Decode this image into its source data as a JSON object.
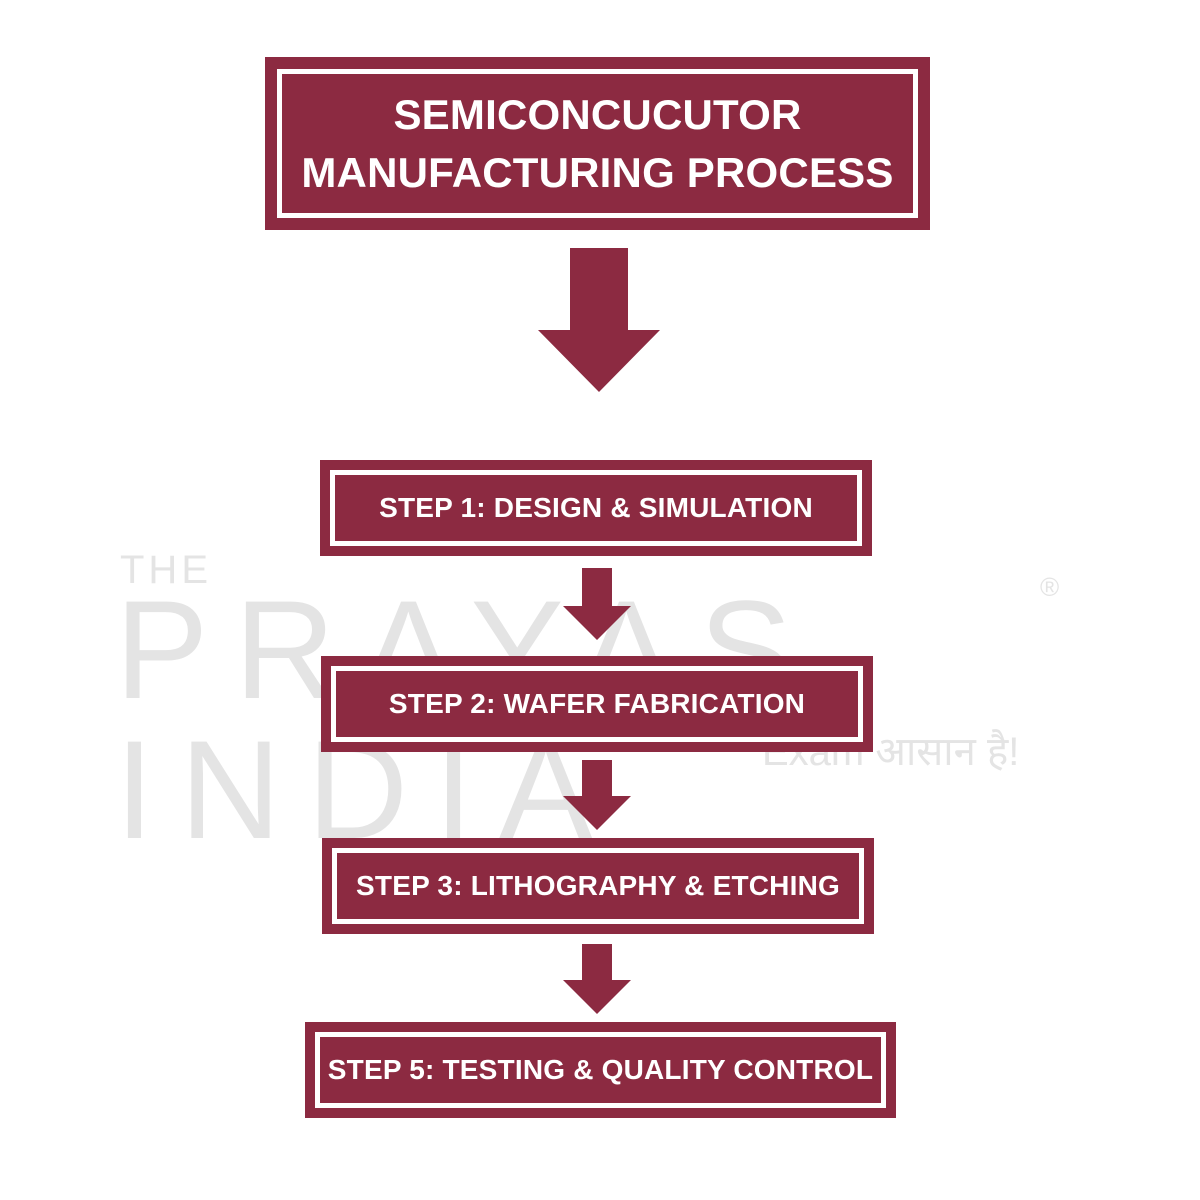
{
  "title": "SEMICONCUCUTOR\nMANUFACTURING PROCESS",
  "steps": [
    "STEP 1: DESIGN & SIMULATION",
    "STEP 2: WAFER FABRICATION",
    "STEP 3: LITHOGRAPHY & ETCHING",
    "STEP 5: TESTING & QUALITY CONTROL"
  ],
  "watermark": {
    "the": "THE",
    "name": "PRAYAS INDIA",
    "registered": "®",
    "tagline": "Exam आसान है!"
  },
  "colors": {
    "box": "#8c2a41",
    "text": "#ffffff",
    "watermark": "#e4e4e4"
  }
}
